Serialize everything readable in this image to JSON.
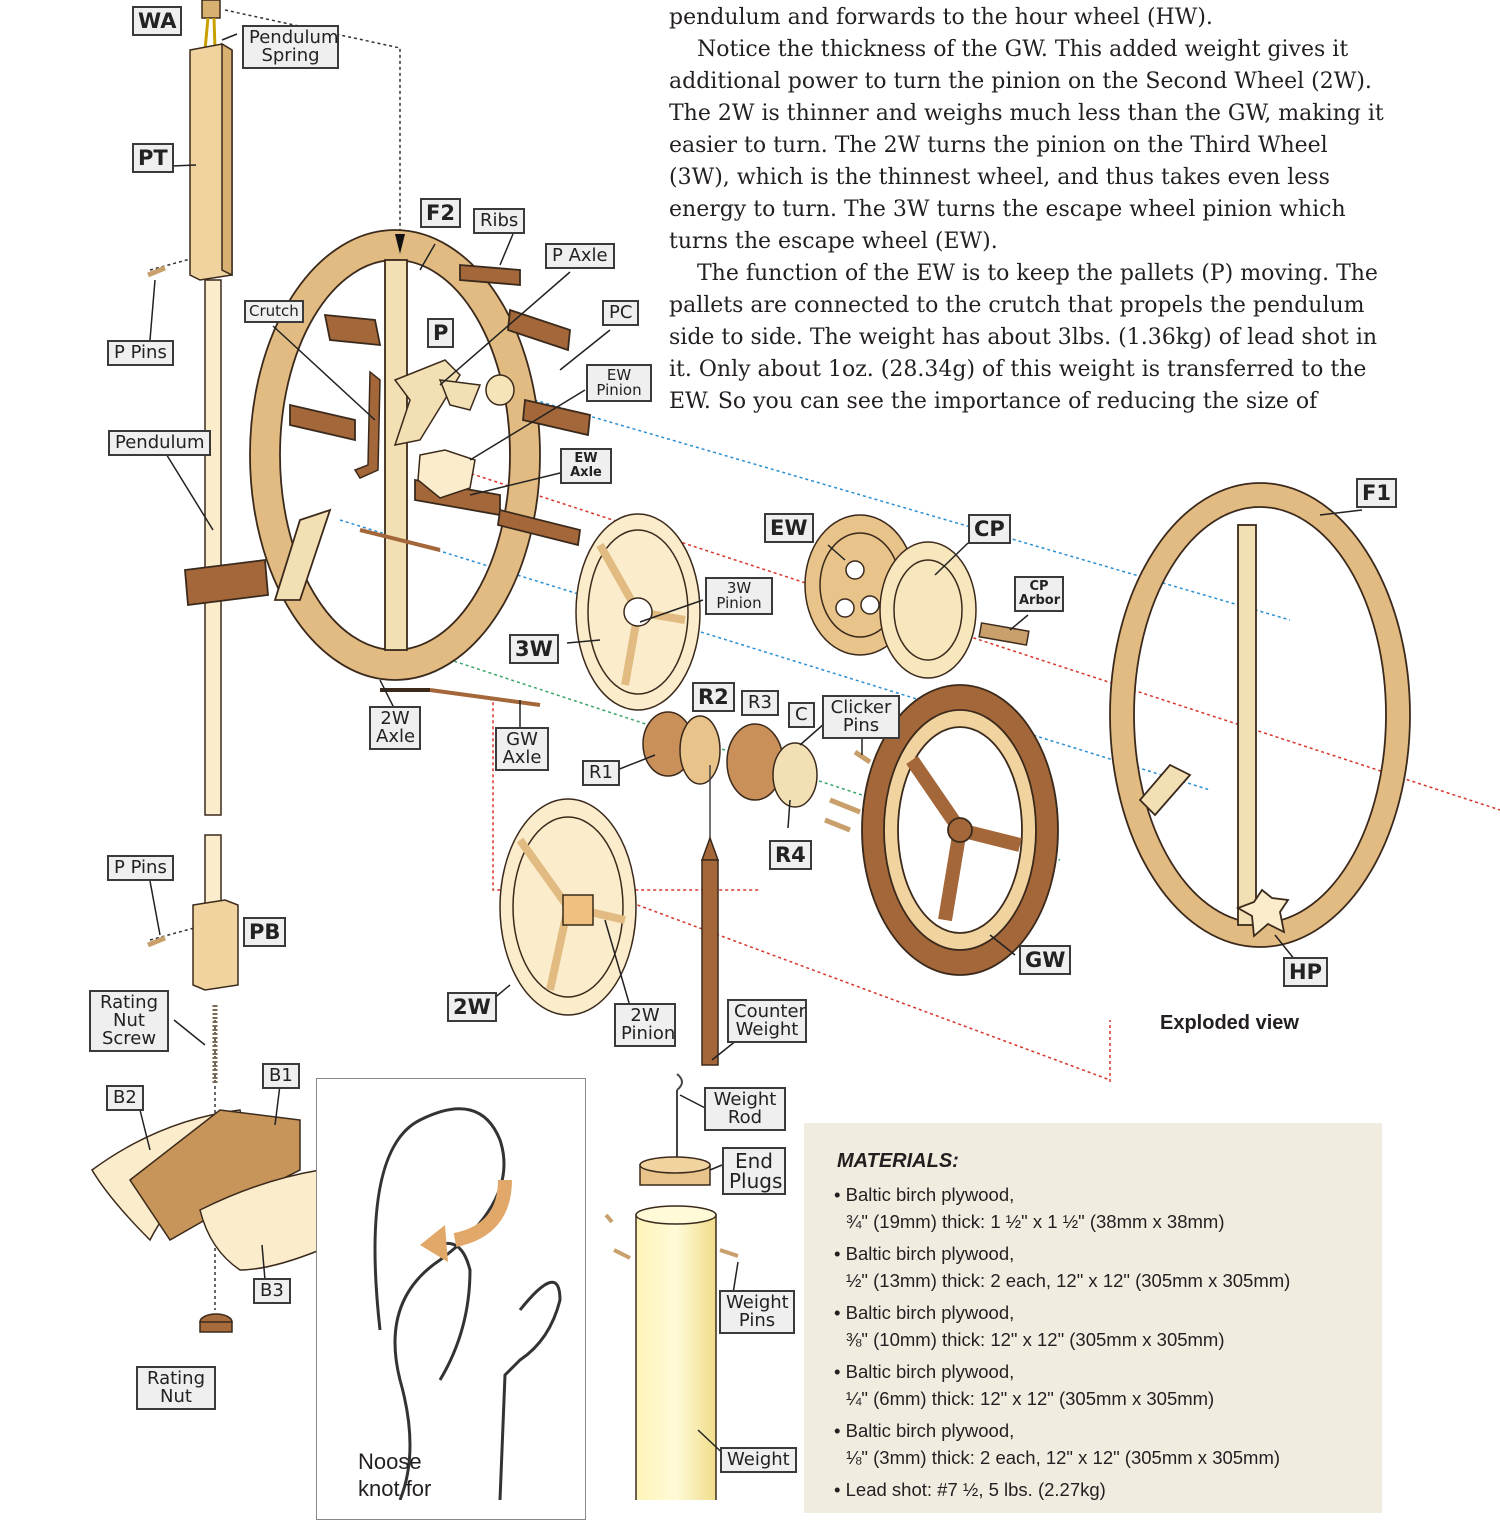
{
  "body_text": {
    "p1": "pendulum and forwards to the hour wheel (HW).",
    "p2": "Notice the thickness of the GW. This added weight gives it additional power to turn the pinion on the Second Wheel (2W). The 2W is thinner and weighs much less than the GW, making it easier to turn. The 2W turns the pinion on the Third Wheel (3W), which is the thinnest wheel, and thus takes even less energy to turn. The 3W turns the escape wheel pinion which turns the escape wheel (EW).",
    "p3": "The function of the EW is to keep the pallets (P) moving. The pallets are connected to the crutch that propels the pendulum side to side. The weight has about 3lbs. (1.36kg) of lead shot in it. Only about 1oz. (28.34g) of this weight is transferred to the EW. So you can see the importance of reducing the size of"
  },
  "caption": "Exploded view",
  "labels": {
    "wa": "WA",
    "pendulum_spring": "Pendulum Spring",
    "pt": "PT",
    "p_pins_top": "P Pins",
    "pendulum": "Pendulum",
    "crutch": "Crutch",
    "f2": "F2",
    "ribs": "Ribs",
    "p_axle": "P Axle",
    "pc": "PC",
    "p": "P",
    "ew_pinion": "EW Pinion",
    "ew_axle": "EW Axle",
    "ew": "EW",
    "cp": "CP",
    "cp_arbor": "CP Arbor",
    "f1": "F1",
    "w3": "3W",
    "w3_pinion": "3W Pinion",
    "w2_axle": "2W Axle",
    "gw_axle": "GW Axle",
    "r2": "R2",
    "r3": "R3",
    "c": "C",
    "clicker_pins": "Clicker Pins",
    "r1": "R1",
    "r4": "R4",
    "p_pins_bottom": "P Pins",
    "pb": "PB",
    "w2": "2W",
    "w2_pinion": "2W Pinion",
    "counter_weight": "Counter Weight",
    "gw": "GW",
    "hp": "HP",
    "rating_nut_screw": "Rating Nut Screw",
    "b1": "B1",
    "b2": "B2",
    "b3": "B3",
    "rating_nut": "Rating Nut",
    "weight_rod": "Weight Rod",
    "end_plugs": "End Plugs",
    "weight_pins": "Weight Pins",
    "weight": "Weight"
  },
  "noose_caption": "Noose knot for",
  "materials": {
    "title": "MATERIALS:",
    "items": [
      {
        "line1": "Baltic birch plywood,",
        "line2": "¾\" (19mm) thick: 1 ½\" x 1 ½\" (38mm x 38mm)"
      },
      {
        "line1": "Baltic birch plywood,",
        "line2": "½\" (13mm) thick: 2 each, 12\" x 12\" (305mm x 305mm)"
      },
      {
        "line1": "Baltic birch plywood,",
        "line2": "⅜\" (10mm) thick: 12\" x 12\" (305mm x 305mm)"
      },
      {
        "line1": "Baltic birch plywood,",
        "line2": "¼\" (6mm) thick: 12\" x 12\" (305mm x 305mm)"
      },
      {
        "line1": "Baltic birch plywood,",
        "line2": "⅛\" (3mm) thick: 2 each, 12\" x 12\" (305mm x 305mm)"
      },
      {
        "line1": "Lead shot: #7 ½, 5 lbs. (2.27kg)",
        "line2": ""
      }
    ]
  },
  "colors": {
    "light_wood": "#f3dfb4",
    "mid_wood": "#e2bb82",
    "dark_wood": "#a4673a",
    "outline": "#3b2a1c",
    "red_guide": "#d9342b",
    "blue_guide": "#2a8fd0",
    "green_guide": "#3aa56a",
    "panel_bg": "#f1ece0"
  }
}
